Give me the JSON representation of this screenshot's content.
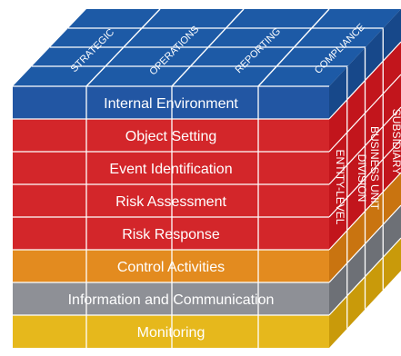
{
  "objectives": [
    "STRATEGIC",
    "OPERATIONS",
    "REPORTING",
    "COMPLIANCE"
  ],
  "components": [
    {
      "label": "Internal Environment",
      "color": "#2256a3"
    },
    {
      "label": "Object Setting",
      "color": "#d3262a"
    },
    {
      "label": "Event Identification",
      "color": "#d3262a"
    },
    {
      "label": "Risk Assessment",
      "color": "#d3262a"
    },
    {
      "label": "Risk Response",
      "color": "#d3262a"
    },
    {
      "label": "Control Activities",
      "color": "#e38b1f"
    },
    {
      "label": "Information and Communication",
      "color": "#8e9096"
    },
    {
      "label": "Monitoring",
      "color": "#e6b81c"
    }
  ],
  "entity_levels": [
    "ENTITY-LEVEL",
    "DIVISION",
    "BUSINESS UNIT",
    "SUBSIDIARY"
  ],
  "colors": {
    "top_face": "#1d5aa6",
    "side_red": "#c2151c",
    "side_blue": "#17488a",
    "side_orange": "#c97410",
    "side_gray": "#6d7076",
    "side_yellow": "#c99a0a",
    "grid_line": "#ffffff"
  }
}
